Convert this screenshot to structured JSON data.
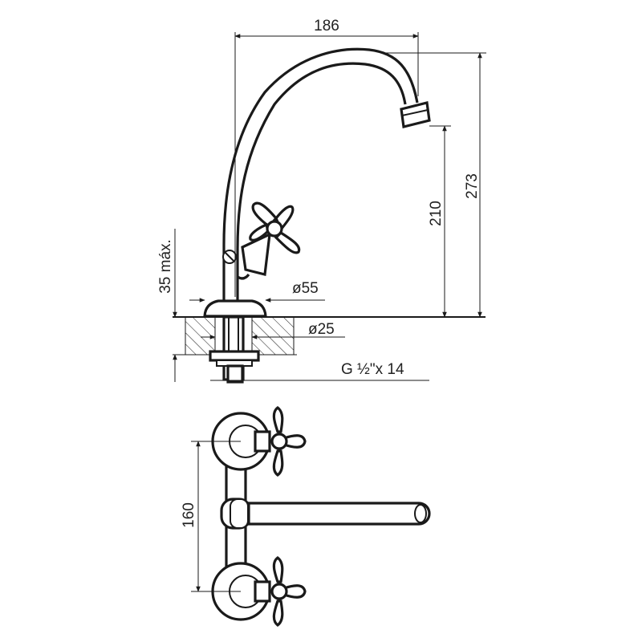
{
  "dimensions": {
    "spout_reach": "186",
    "total_height": "273",
    "outlet_height": "210",
    "max_deck_thickness": "35 máx.",
    "base_diameter": "ø55",
    "hole_diameter": "ø25",
    "thread": "G ½\"x 14",
    "center_distance": "160"
  },
  "colors": {
    "line": "#1a1a1a",
    "hatch": "#1a1a1a",
    "background": "#ffffff"
  }
}
